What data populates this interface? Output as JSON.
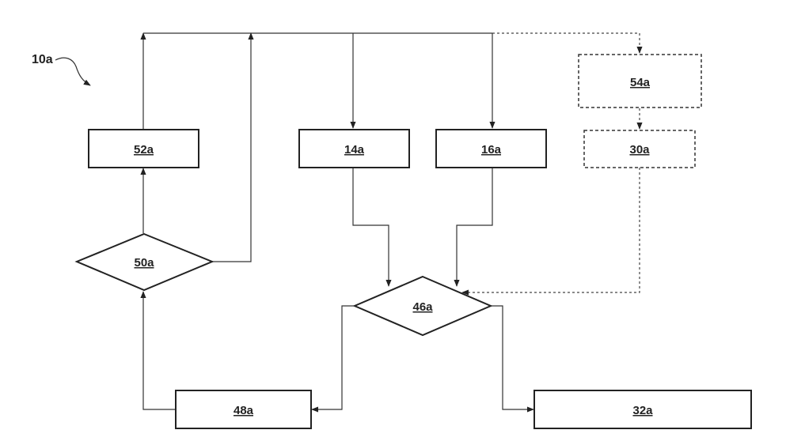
{
  "figure": {
    "reference": "10a"
  },
  "nodes": {
    "n52a": "52a",
    "n14a": "14a",
    "n16a": "16a",
    "n54a": "54a",
    "n30a": "30a",
    "n50a": "50a",
    "n46a": "46a",
    "n48a": "48a",
    "n32a": "32a"
  }
}
